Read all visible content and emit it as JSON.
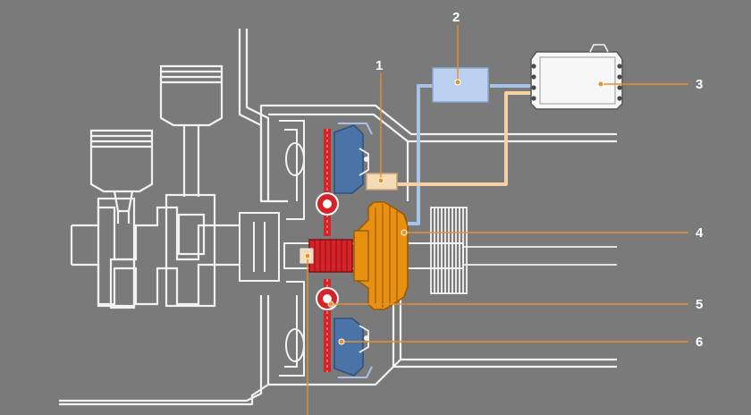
{
  "colors": {
    "background": "#7a7a7a",
    "outline": "#f2f2f2",
    "callout_line": "#e8902a",
    "callout_dot": "#e8902a",
    "clutch_red": "#d6232a",
    "clutch_blue": "#4a74a8",
    "actuator_orange": "#e8900f",
    "hydraulic_blue": "#a9c2e8",
    "signal_cream": "#f4d2a6",
    "reservoir_fill": "#bcd0f0",
    "ecu_fill": "#f7f7f7",
    "sensor_fill": "#f6dcb4"
  },
  "callouts": [
    {
      "id": "1",
      "label": "1"
    },
    {
      "id": "2",
      "label": "2"
    },
    {
      "id": "3",
      "label": "3"
    },
    {
      "id": "4",
      "label": "4"
    },
    {
      "id": "5",
      "label": "5"
    },
    {
      "id": "6",
      "label": "6"
    }
  ]
}
